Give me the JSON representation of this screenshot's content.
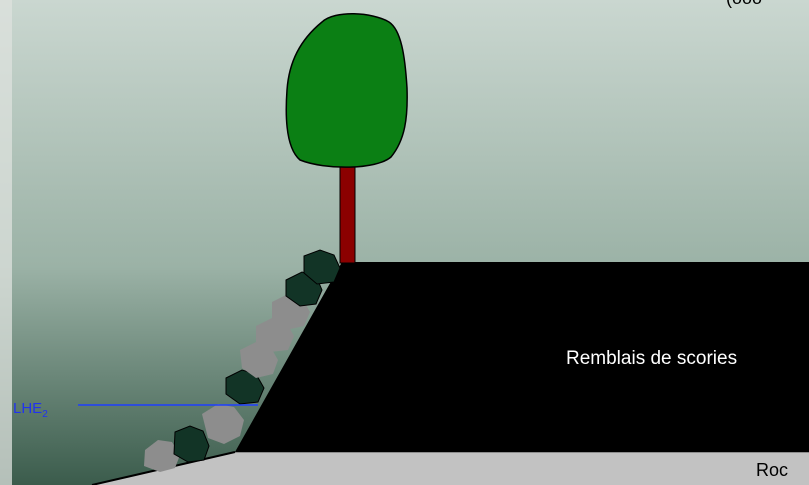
{
  "labels": {
    "top_partial": "(ooo",
    "remblais": "Remblais de scories",
    "roc": "Roc",
    "lhe_main": "LHE",
    "lhe_sub": "2"
  },
  "colors": {
    "sky_top": "#c9d6cf",
    "sky_bottom": "#3d5e4e",
    "left_strip": "#dde2de",
    "slag_fill": "#000000",
    "rock_fill": "#c2c2c2",
    "trunk": "#8b0000",
    "foliage": "#0b7f14",
    "stone_dark": "#123426",
    "stone_light": "#8d8d8d",
    "water_line": "#1f3fff"
  },
  "icons": {
    "tree": "tree-icon",
    "riprap": "riprap-stones"
  }
}
